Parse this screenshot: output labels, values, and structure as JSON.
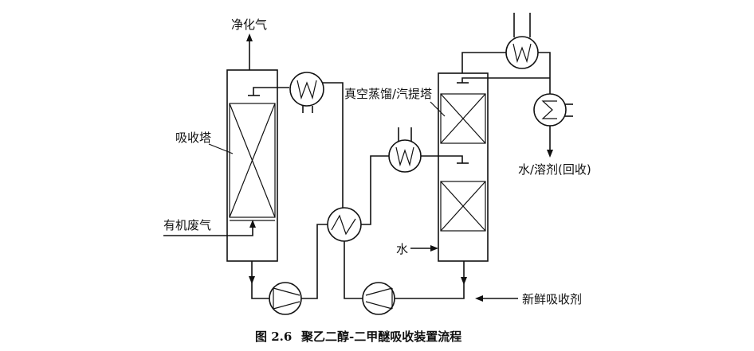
{
  "labels": {
    "purified_gas": "净化气",
    "absorber": "吸收塔",
    "organic_waste_gas": "有机废气",
    "stripper": "真空蒸馏/汽提塔",
    "water": "水",
    "water_solvent_recovery": "水/溶剂(回收)",
    "fresh_absorbent": "新鲜吸收剂"
  },
  "caption": {
    "number": "图 2.6",
    "title": "聚乙二醇-二甲醚吸收装置流程"
  }
}
